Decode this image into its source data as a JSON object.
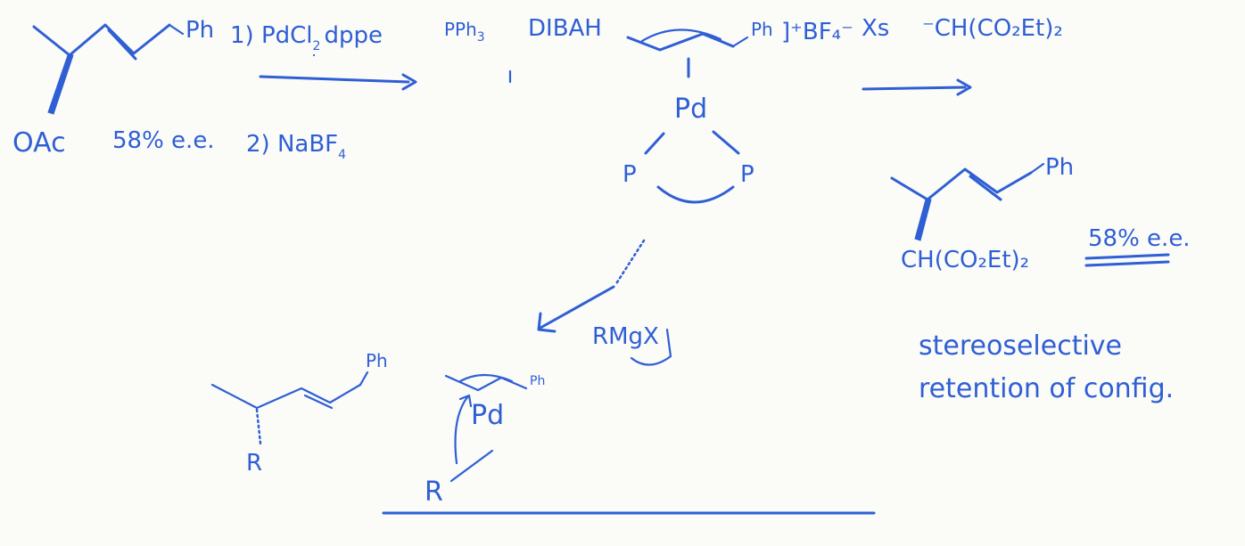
{
  "colors": {
    "ink": "#2f5fd4",
    "paper": "#fbfbf8"
  },
  "substrate": {
    "phenyl": "Ph",
    "leaving_group": "OAc",
    "ee": "58% e.e."
  },
  "reagents": {
    "step1": "1) PdCl",
    "step1_sub": "2",
    "step1_ligand": "dppe",
    "step2": "2) NaBF",
    "step2_sub": "4",
    "ph3": "PPh",
    "ph3_sub": "3",
    "dibah": "DIBAH"
  },
  "complex": {
    "phenyl": "Ph",
    "counterion": "]⁺BF₄⁻",
    "metal": "Pd",
    "ligand_left": "P",
    "ligand_right": "P",
    "label": "Xs",
    "nucleophile": "⁻CH(CO₂Et)₂"
  },
  "product_right": {
    "phenyl": "Ph",
    "substituent": "CH(CO₂Et)₂",
    "ee": "58% e.e."
  },
  "note": {
    "line1": "stereoselective",
    "line2": "retention of config."
  },
  "grignard": {
    "reagent": "RMgX"
  },
  "lower_complex": {
    "phenyl": "Ph",
    "metal": "Pd",
    "group": "R"
  },
  "product_left": {
    "phenyl": "Ph",
    "group": "R"
  }
}
